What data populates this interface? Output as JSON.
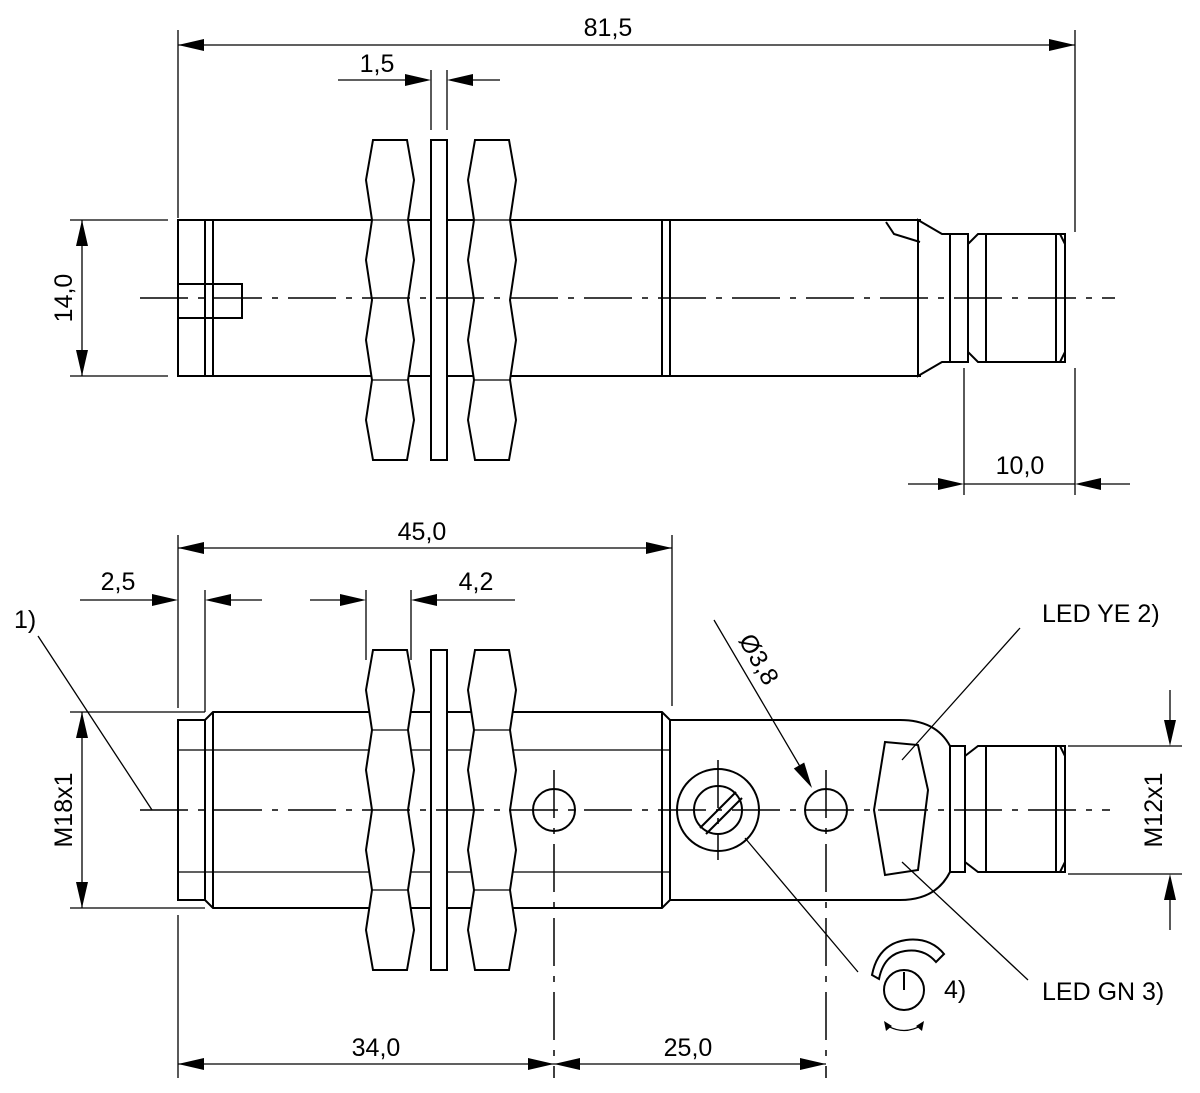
{
  "diagram": {
    "top_view": {
      "dim_overall_length": "81,5",
      "dim_washer": "1,5",
      "dim_diameter": "14,0",
      "dim_connector": "10,0"
    },
    "bottom_view": {
      "dim_thread_length": "45,0",
      "dim_tip": "2,5",
      "dim_nut": "4,2",
      "dim_thread": "M18x1",
      "dim_hole": "Ø3,8",
      "dim_connector_thread": "M12x1",
      "dim_to_hole1": "34,0",
      "dim_hole_spacing": "25,0"
    },
    "callouts": {
      "note1": "1)",
      "led_ye": "LED YE 2)",
      "led_gn": "LED GN 3)",
      "note4": "4)"
    }
  }
}
